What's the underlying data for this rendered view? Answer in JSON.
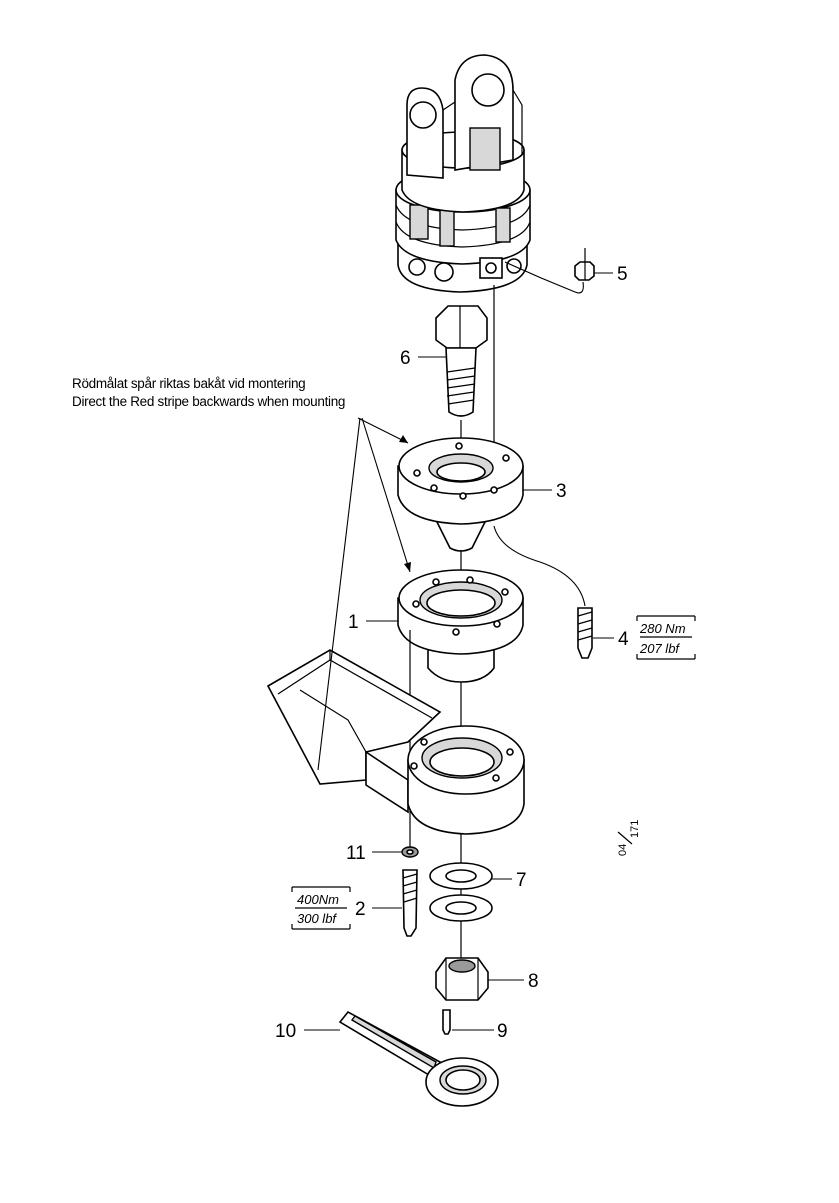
{
  "note": {
    "line1": "Rödmålat spår riktas bakåt vid montering",
    "line2": "Direct the Red stripe backwards when mounting"
  },
  "callouts": {
    "c1": "1",
    "c2": "2",
    "c3": "3",
    "c4": "4",
    "c5": "5",
    "c6": "6",
    "c7": "7",
    "c8": "8",
    "c9": "9",
    "c10": "10",
    "c11": "11"
  },
  "torque": {
    "part4": {
      "nm": "280 Nm",
      "lbf": "207 lbf"
    },
    "part2": {
      "nm": "400Nm",
      "lbf": "300 lbf"
    }
  },
  "figure_ref": {
    "top": "04",
    "bottom": "171"
  }
}
